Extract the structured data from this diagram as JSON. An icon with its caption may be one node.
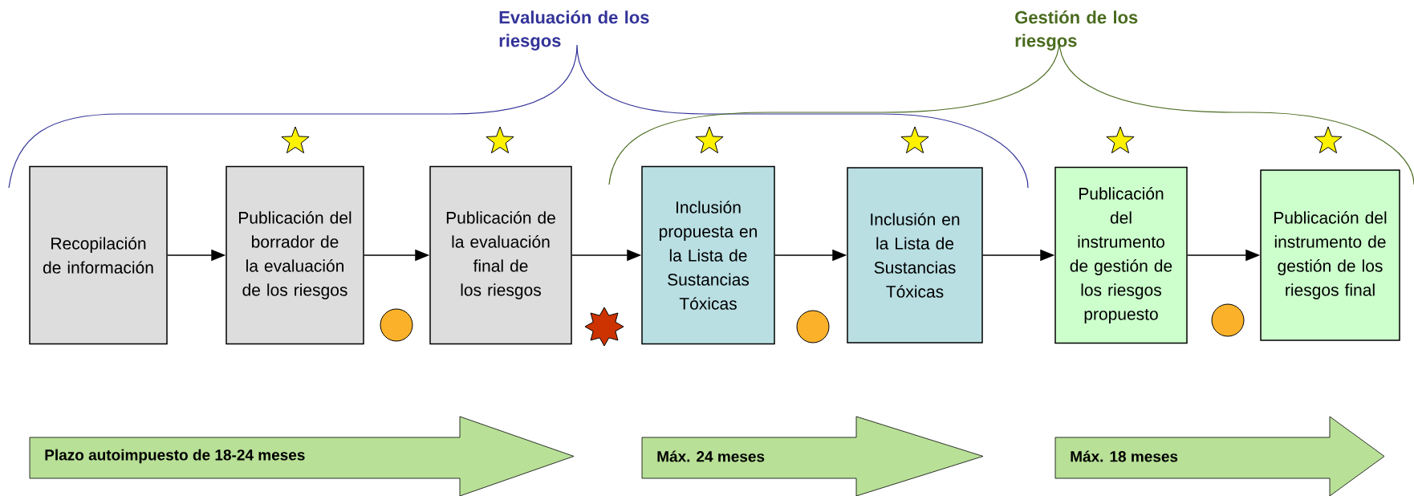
{
  "diagram": {
    "nodes": [
      {
        "text": [
          "Recopilación de información"
        ]
      },
      {
        "text": [
          "Publicación del borrador de la evaluación de los riesgos"
        ]
      },
      {
        "text": [
          "Publicación de la evaluación final de los riesgos"
        ]
      },
      {
        "text": [
          "Inclusión propuesta en la Lista de Sustancias Tóxicas"
        ]
      },
      {
        "text": [
          "Inclusión en la Lista de Sustancias Tóxicas"
        ]
      },
      {
        "text": [
          "Publicación del instrumento de gestión de los riesgos propuesto"
        ]
      },
      {
        "text": [
          "Publicación del instrumento de gestión de los riesgos final"
        ]
      },
      {
        "text": [
          "Plazo autoimpuesto de 18-24 meses"
        ]
      },
      {
        "text": [
          "Máx. 24 meses"
        ]
      },
      {
        "text": [
          "Máx. 18 meses"
        ]
      }
    ],
    "edges": [
      {
        "from": 0,
        "to": 1,
        "arrow": "to"
      },
      {
        "from": 1,
        "to": 2,
        "arrow": "to"
      },
      {
        "from": 2,
        "to": 3,
        "arrow": "to"
      },
      {
        "from": 3,
        "to": 4,
        "arrow": "to"
      },
      {
        "from": 4,
        "to": 5,
        "arrow": "to"
      },
      {
        "from": 5,
        "to": 6,
        "arrow": "to"
      }
    ],
    "labels": [
      "Evaluación de los riesgos",
      "Gestión de los riesgos"
    ]
  }
}
